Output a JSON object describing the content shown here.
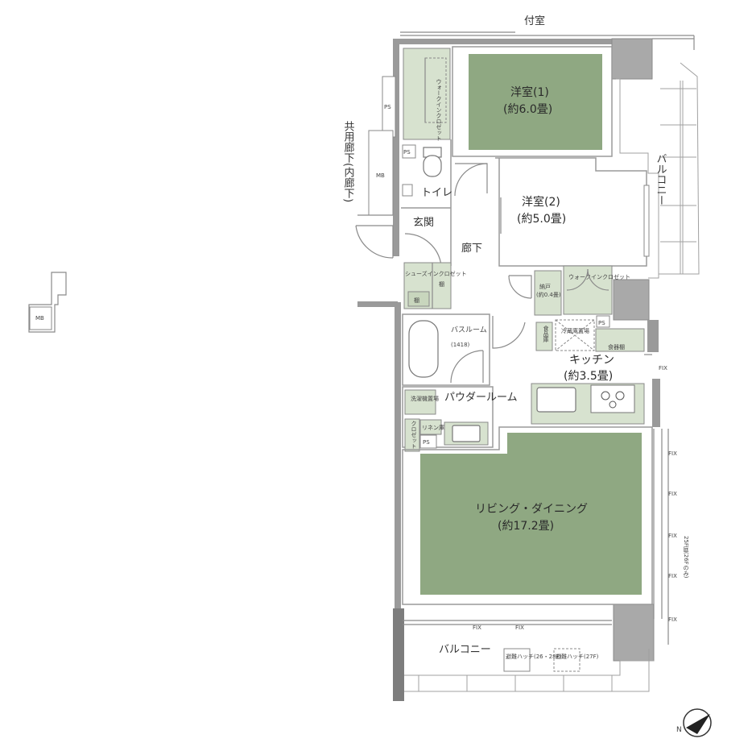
{
  "labels": {
    "fushitsu": "付室",
    "kyoyo_roka": "共用廊下(内廊下)",
    "ps": "PS",
    "mb": "MB",
    "walkin_closet_1": "ウォークインクロゼット",
    "yoshitsu1_name": "洋室(1)",
    "yoshitsu1_size": "(約6.0畳)",
    "yoshitsu2_name": "洋室(2)",
    "yoshitsu2_size": "(約5.0畳)",
    "balcony_east": "バルコニー",
    "toilet": "トイレ",
    "genkan": "玄関",
    "roka": "廊下",
    "shoes_in": "シューズインクロゼット",
    "tana": "棚",
    "nando_name": "納戸",
    "nando_size": "(約0.4畳)",
    "walkin_closet_2": "ウォークインクロゼット",
    "bath_name": "バスルーム",
    "bath_size": "(1418)",
    "shokuhinko": "食品庫",
    "reizoko": "冷蔵庫置場",
    "shokkidana": "食器棚",
    "kitchen_name": "キッチン",
    "kitchen_size": "(約3.5畳)",
    "sentakuki": "洗濯機置場",
    "powder_room": "パウダールーム",
    "linen": "リネン庫",
    "closet": "クロゼット",
    "living_name": "リビング・ダイニング",
    "living_size": "(約17.2畳)",
    "fix": "FIX",
    "niwa": "25F庭(26Fのみ)",
    "balcony_south": "バルコニー",
    "hinan1": "避難ハッチ(26・28F)",
    "hinan2": "避難ハッチ(27F)",
    "north": "N"
  },
  "colors": {
    "room_green": "#8fa882",
    "storage_green": "#d7e2cf",
    "wall": "#9a9a9a"
  }
}
